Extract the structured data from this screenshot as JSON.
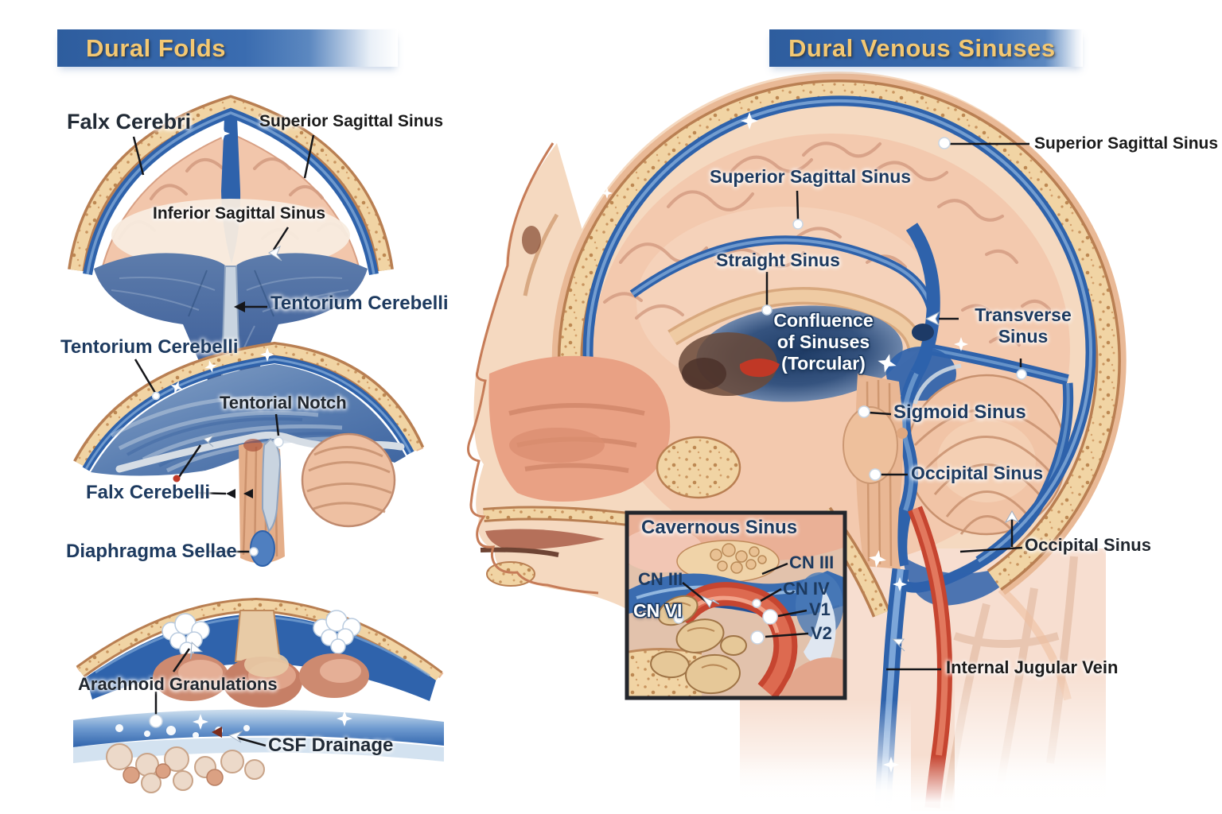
{
  "left_panel": {
    "title": "Dural Folds",
    "fig1": {
      "falx_cerebri": "Falx Cerebri",
      "superior_sagittal_sinus": "Superior Sagittal Sinus",
      "inferior_sagittal_sinus": "Inferior Sagittal Sinus",
      "tentorium_cerebelli": "Tentorium Cerebelli"
    },
    "fig2": {
      "tentorium_cerebelli": "Tentorium Cerebelli",
      "tentorial_notch": "Tentorial Notch",
      "falx_cerebelli": "Falx Cerebelli",
      "diaphragma_sellae": "Diaphragma Sellae"
    },
    "fig3": {
      "arachnoid_granulations": "Arachnoid Granulations",
      "csf_drainage": "CSF Drainage"
    }
  },
  "right_panel": {
    "title": "Dural Venous Sinuses",
    "superior_sagittal_sinus_outer": "Superior Sagittal Sinus",
    "superior_sagittal_sinus_inner": "Superior Sagittal Sinus",
    "straight_sinus": "Straight Sinus",
    "confluence": {
      "line1": "Confluence",
      "line2": "of Sinuses",
      "line3": "(Torcular)"
    },
    "transverse": {
      "line1": "Transverse",
      "line2": "Sinus"
    },
    "sigmoid_sinus": "Sigmoid Sinus",
    "occipital_sinus_upper": "Occipital Sinus",
    "occipital_sinus_lower": "Occipital Sinus",
    "internal_jugular_vein": "Internal Jugular Vein",
    "inset": {
      "title": "Cavernous Sinus",
      "cn3_left": "CN III",
      "cn3_right": "CN III",
      "cn4": "CN IV",
      "cn6": "CN VI",
      "v1": "V1",
      "v2": "V2"
    }
  },
  "colors": {
    "banner_blue": "#35629e",
    "banner_gold": "#f3c873",
    "label_navy": "#1d3a5f",
    "label_dark": "#1b1b1b",
    "sinus_blue": "#2e62ab",
    "dura_steel": "#5b7fb2",
    "bone_tan": "#f1d4a4",
    "brain_pink": "#f2c6ab",
    "artery_red": "#c64530"
  }
}
